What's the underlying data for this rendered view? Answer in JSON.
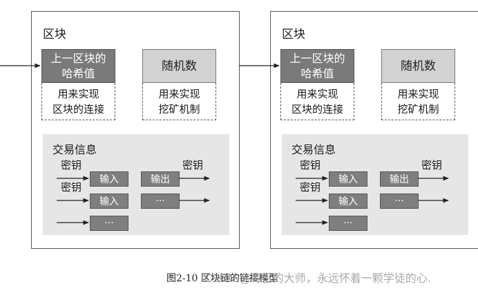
{
  "blocks": [
    {
      "title": "区块",
      "prev_hash_lines": [
        "上一区块的",
        "哈希值"
      ],
      "nonce": "随机数",
      "prev_hash_note_lines": [
        "用来实现",
        "区块的连接"
      ],
      "nonce_note_lines": [
        "用来实现",
        "挖矿机制"
      ],
      "tx_title": "交易信息",
      "inputs": [
        "输入",
        "输入",
        "···"
      ],
      "outputs": [
        "输出",
        "···"
      ],
      "key_labels": [
        "密钥",
        "密钥",
        "密钥"
      ]
    },
    {
      "title": "区块",
      "prev_hash_lines": [
        "上一区块的",
        "哈希值"
      ],
      "nonce": "随机数",
      "prev_hash_note_lines": [
        "用来实现",
        "区块的连接"
      ],
      "nonce_note_lines": [
        "用来实现",
        "挖矿机制"
      ],
      "tx_title": "交易信息",
      "inputs": [
        "输入",
        "输入",
        "···"
      ],
      "outputs": [
        "输出",
        "···"
      ],
      "key_labels": [
        "密钥",
        "密钥",
        "密钥"
      ]
    }
  ],
  "caption": "图2-10 区块链的链接模型",
  "watermark": "CSDN @毒舌的大师，永远怀着一颗学徒的心."
}
